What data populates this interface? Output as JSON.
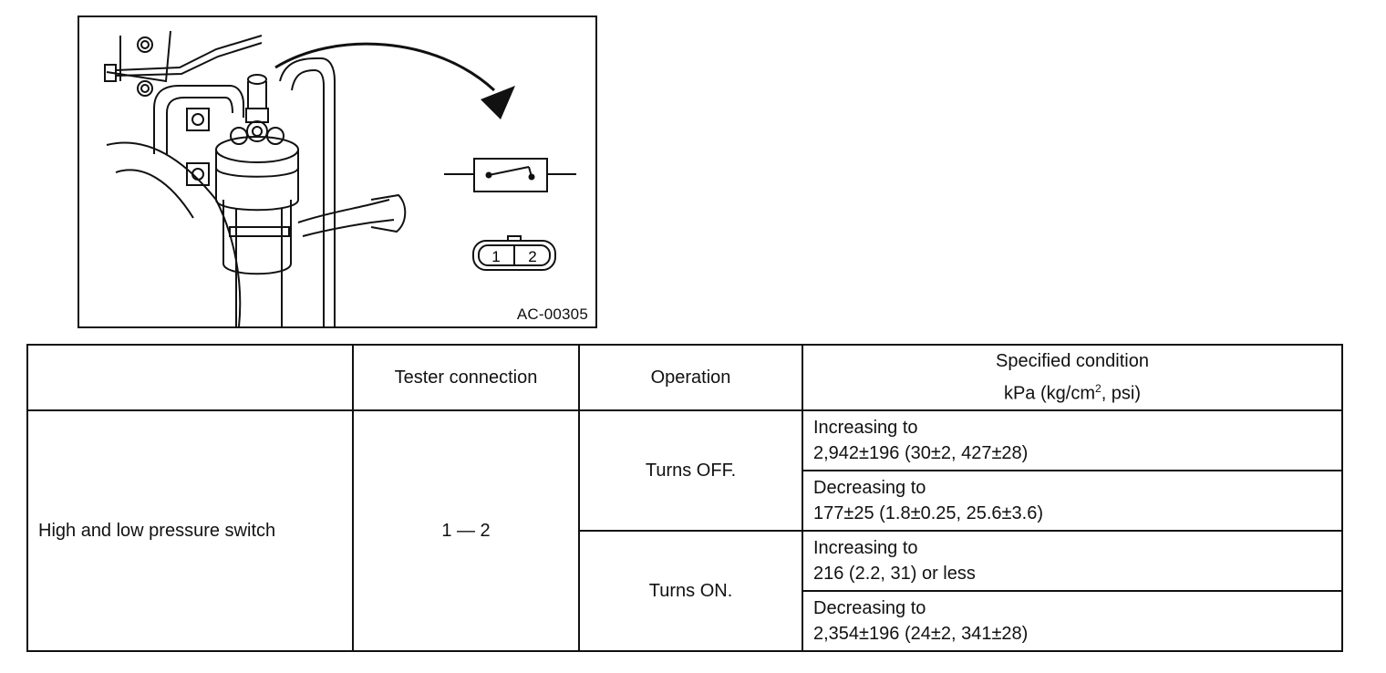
{
  "figure": {
    "id": "AC-00305",
    "connector_pins": [
      "1",
      "2"
    ]
  },
  "table": {
    "headers": {
      "tester_connection": "Tester connection",
      "operation": "Operation",
      "specified_condition": "Specified condition",
      "units_prefix": "kPa (kg/cm",
      "units_sup": "2",
      "units_suffix": ", psi)"
    },
    "component": "High and low pressure switch",
    "connection": "1 — 2",
    "rows": [
      {
        "operation": "Turns OFF.",
        "direction": "Increasing to",
        "value": "2,942±196 (30±2, 427±28)"
      },
      {
        "operation": "Turns OFF.",
        "direction": "Decreasing to",
        "value": "177±25 (1.8±0.25, 25.6±3.6)"
      },
      {
        "operation": "Turns ON.",
        "direction": "Increasing to",
        "value": "216 (2.2, 31) or less"
      },
      {
        "operation": "Turns ON.",
        "direction": "Decreasing to",
        "value": "2,354±196 (24±2, 341±28)"
      }
    ]
  }
}
